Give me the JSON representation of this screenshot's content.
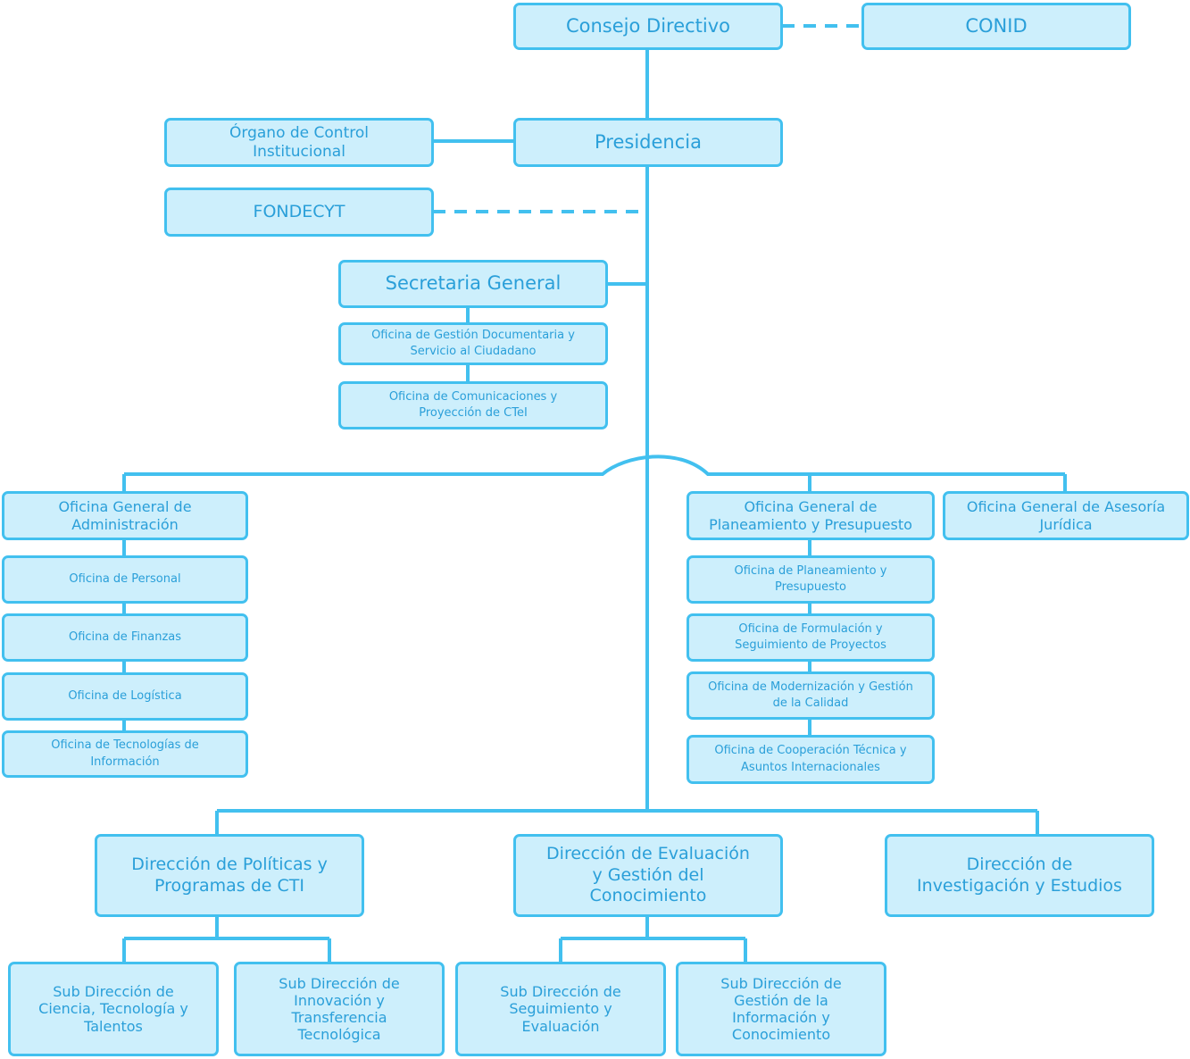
{
  "colors": {
    "line": "#42c0ef",
    "box_fill": "#cdeffc",
    "text": "#2a9fd9"
  },
  "nodes": {
    "consejo": "Consejo Directivo",
    "conid": "CONID",
    "oci": "Órgano de Control\nInstitucional",
    "presidencia": "Presidencia",
    "fondecyt": "FONDECYT",
    "secretaria": "Secretaria General",
    "ogd": "Oficina de Gestión Documentaria y\nServicio al Ciudadano",
    "ocp": "Oficina  de Comunicaciones y\nProyección de CTeI",
    "oga": "Oficina General de\nAdministración",
    "personal": "Oficina de Personal",
    "finanzas": "Oficina de Finanzas",
    "logistica": "Oficina de Logística",
    "tecnologias": "Oficina de Tecnologías de\nInformación",
    "ogpp": "Oficina General  de\nPlaneamiento y Presupuesto",
    "ogaj": "Oficina  General de Asesoría\nJurídica",
    "planeamiento": "Oficina de Planeamiento y\nPresupuesto",
    "formulacion": "Oficina de Formulación y\nSeguimiento de Proyectos",
    "modernizacion": "Oficina de Modernización y Gestión\nde la Calidad",
    "cooperacion": "Oficina  de Cooperación Técnica y\nAsuntos Internacionales",
    "dpp": "Dirección  de Políticas y\nProgramas de CTI",
    "deg": "Dirección  de Evaluación\ny Gestión del\nConocimiento",
    "die": "Dirección  de\nInvestigación y Estudios",
    "sd_ciencia": "Sub Dirección de\nCiencia, Tecnología y\nTalentos",
    "sd_innovacion": "Sub Dirección de\nInnovación y\nTransferencia\nTecnológica",
    "sd_seguimiento": "Sub Dirección de\nSeguimiento y\nEvaluación",
    "sd_gestion": "Sub Dirección de\nGestión de la\nInformación y\nConocimiento"
  }
}
